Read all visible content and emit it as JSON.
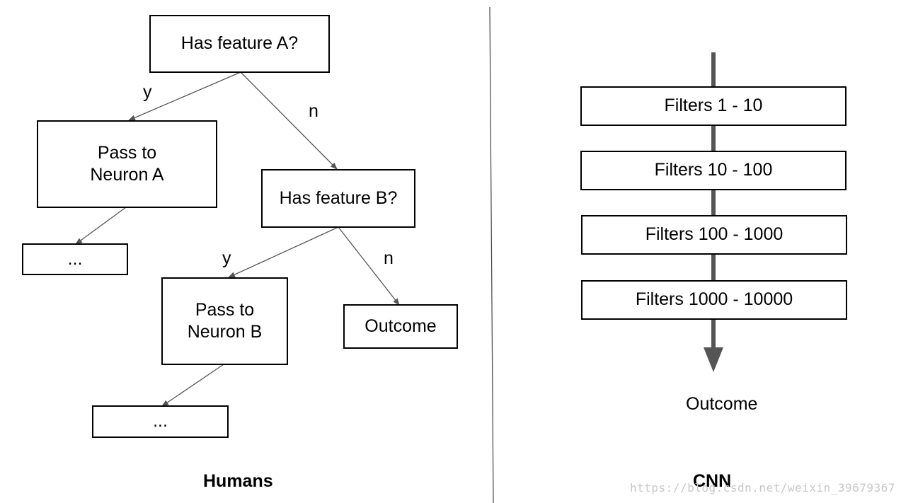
{
  "humans": {
    "root_question": "Has feature A?",
    "branch_yes_a": "y",
    "branch_no_a": "n",
    "pass_a_line1": "Pass to",
    "pass_a_line2": "Neuron A",
    "ellipsis_a": "...",
    "question_b": "Has feature B?",
    "branch_yes_b": "y",
    "branch_no_b": "n",
    "pass_b_line1": "Pass to",
    "pass_b_line2": "Neuron B",
    "ellipsis_b": "...",
    "outcome": "Outcome",
    "caption": "Humans"
  },
  "cnn": {
    "filters": [
      "Filters 1 - 10",
      "Filters 10 - 100",
      "Filters 100 - 1000",
      "Filters 1000 - 10000"
    ],
    "outcome": "Outcome",
    "caption": "CNN"
  },
  "watermark": "https://blog.csdn.net/weixin_39679367",
  "colors": {
    "arrow": "#555555",
    "border": "#000000",
    "divider": "#444444"
  }
}
